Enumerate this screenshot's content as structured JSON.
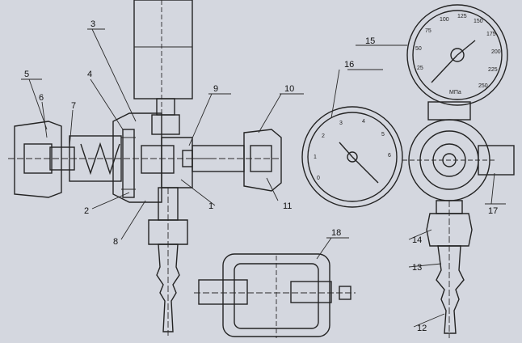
{
  "callouts": [
    "1",
    "2",
    "3",
    "4",
    "5",
    "6",
    "7",
    "8",
    "9",
    "10",
    "11",
    "12",
    "13",
    "14",
    "15",
    "16",
    "17",
    "18"
  ],
  "gauge_top": {
    "ticks": [
      "25",
      "50",
      "75",
      "100",
      "125",
      "150",
      "175",
      "200",
      "225",
      "250"
    ],
    "unit": "МПа"
  },
  "gauge_left": {
    "ticks": [
      "0",
      "1",
      "2",
      "3",
      "4",
      "5",
      "6"
    ]
  },
  "colors": {
    "paper": "#d4d7df",
    "ink": "#232323",
    "hatch_fill": "#c8ccd6"
  }
}
